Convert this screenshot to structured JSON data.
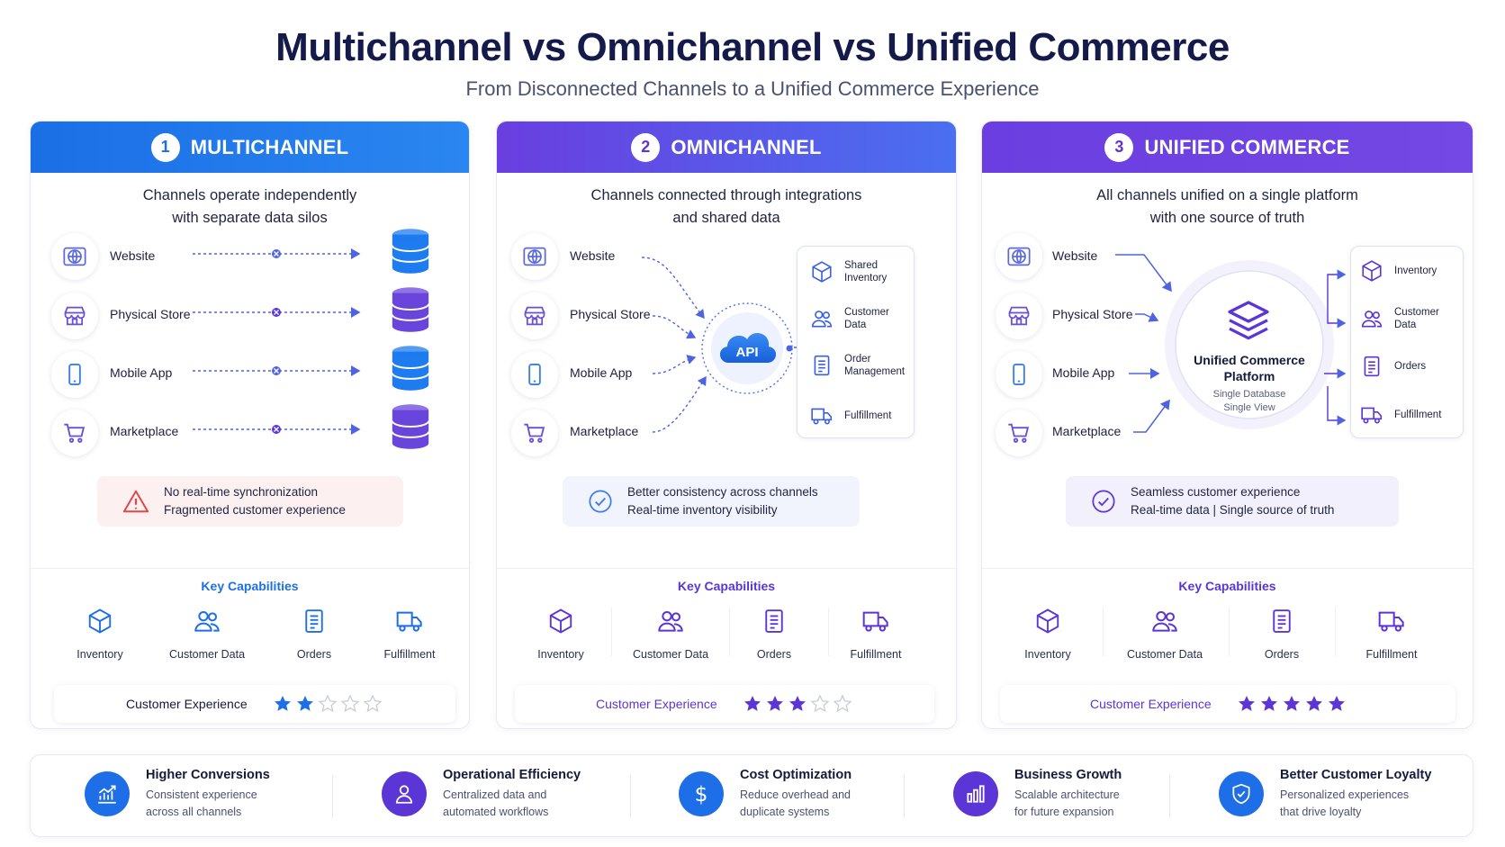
{
  "header": {
    "title": "Multichannel vs Omnichannel vs Unified Commerce",
    "subtitle": "From Disconnected Channels to a Unified Commerce Experience"
  },
  "channels": [
    "Website",
    "Physical Store",
    "Mobile App",
    "Marketplace"
  ],
  "multichannel": {
    "number": "1",
    "title": "MULTICHANNEL",
    "desc_line1": "Channels operate independently",
    "desc_line2": "with separate data silos",
    "banner_line1": "No real-time synchronization",
    "banner_line2": "Fragmented customer experience",
    "rating": 2
  },
  "omnichannel": {
    "number": "2",
    "title": "OMNICHANNEL",
    "desc_line1": "Channels connected through integrations",
    "desc_line2": "and shared data",
    "hub_label": "API",
    "services": [
      {
        "line1": "Shared",
        "line2": "Inventory"
      },
      {
        "line1": "Customer",
        "line2": "Data"
      },
      {
        "line1": "Order",
        "line2": "Management"
      },
      {
        "line1": "Fulfillment",
        "line2": ""
      }
    ],
    "banner_line1": "Better consistency across channels",
    "banner_line2": "Real-time inventory visibility",
    "rating": 3
  },
  "unified": {
    "number": "3",
    "title": "UNIFIED COMMERCE",
    "desc_line1": "All channels unified on a single platform",
    "desc_line2": "with one source of truth",
    "platform_title_line1": "Unified Commerce",
    "platform_title_line2": "Platform",
    "platform_sub_line1": "Single Database",
    "platform_sub_line2": "Single View",
    "services": [
      {
        "line1": "Inventory",
        "line2": ""
      },
      {
        "line1": "Customer",
        "line2": "Data"
      },
      {
        "line1": "Orders",
        "line2": ""
      },
      {
        "line1": "Fulfillment",
        "line2": ""
      }
    ],
    "banner_line1": "Seamless customer experience",
    "banner_line2": "Real-time data | Single source of truth",
    "rating": 5
  },
  "capabilities": {
    "title": "Key Capabilities",
    "items": [
      "Inventory",
      "Customer Data",
      "Orders",
      "Fulfillment"
    ],
    "cx_label": "Customer Experience"
  },
  "benefits": [
    {
      "title": "Higher Conversions",
      "line1": "Consistent experience",
      "line2": "across all channels",
      "icon": "chart-icon",
      "color": "#1e6ee8"
    },
    {
      "title": "Operational Efficiency",
      "line1": "Centralized data and",
      "line2": "automated workflows",
      "icon": "user-icon",
      "color": "#5b35d6"
    },
    {
      "title": "Cost Optimization",
      "line1": "Reduce overhead and",
      "line2": "duplicate systems",
      "icon": "dollar-icon",
      "color": "#1e6ee8"
    },
    {
      "title": "Business Growth",
      "line1": "Scalable architecture",
      "line2": "for future expansion",
      "icon": "bar-chart-icon",
      "color": "#5b35d6"
    },
    {
      "title": "Better Customer Loyalty",
      "line1": "Personalized experiences",
      "line2": "that drive loyalty",
      "icon": "shield-icon",
      "color": "#1e6ee8"
    }
  ],
  "colors": {
    "blue": "#1e6ee8",
    "purple": "#5b35d6",
    "navy": "#141a4a",
    "star_gray": "#c7ccd9",
    "warning": "#e04848"
  }
}
